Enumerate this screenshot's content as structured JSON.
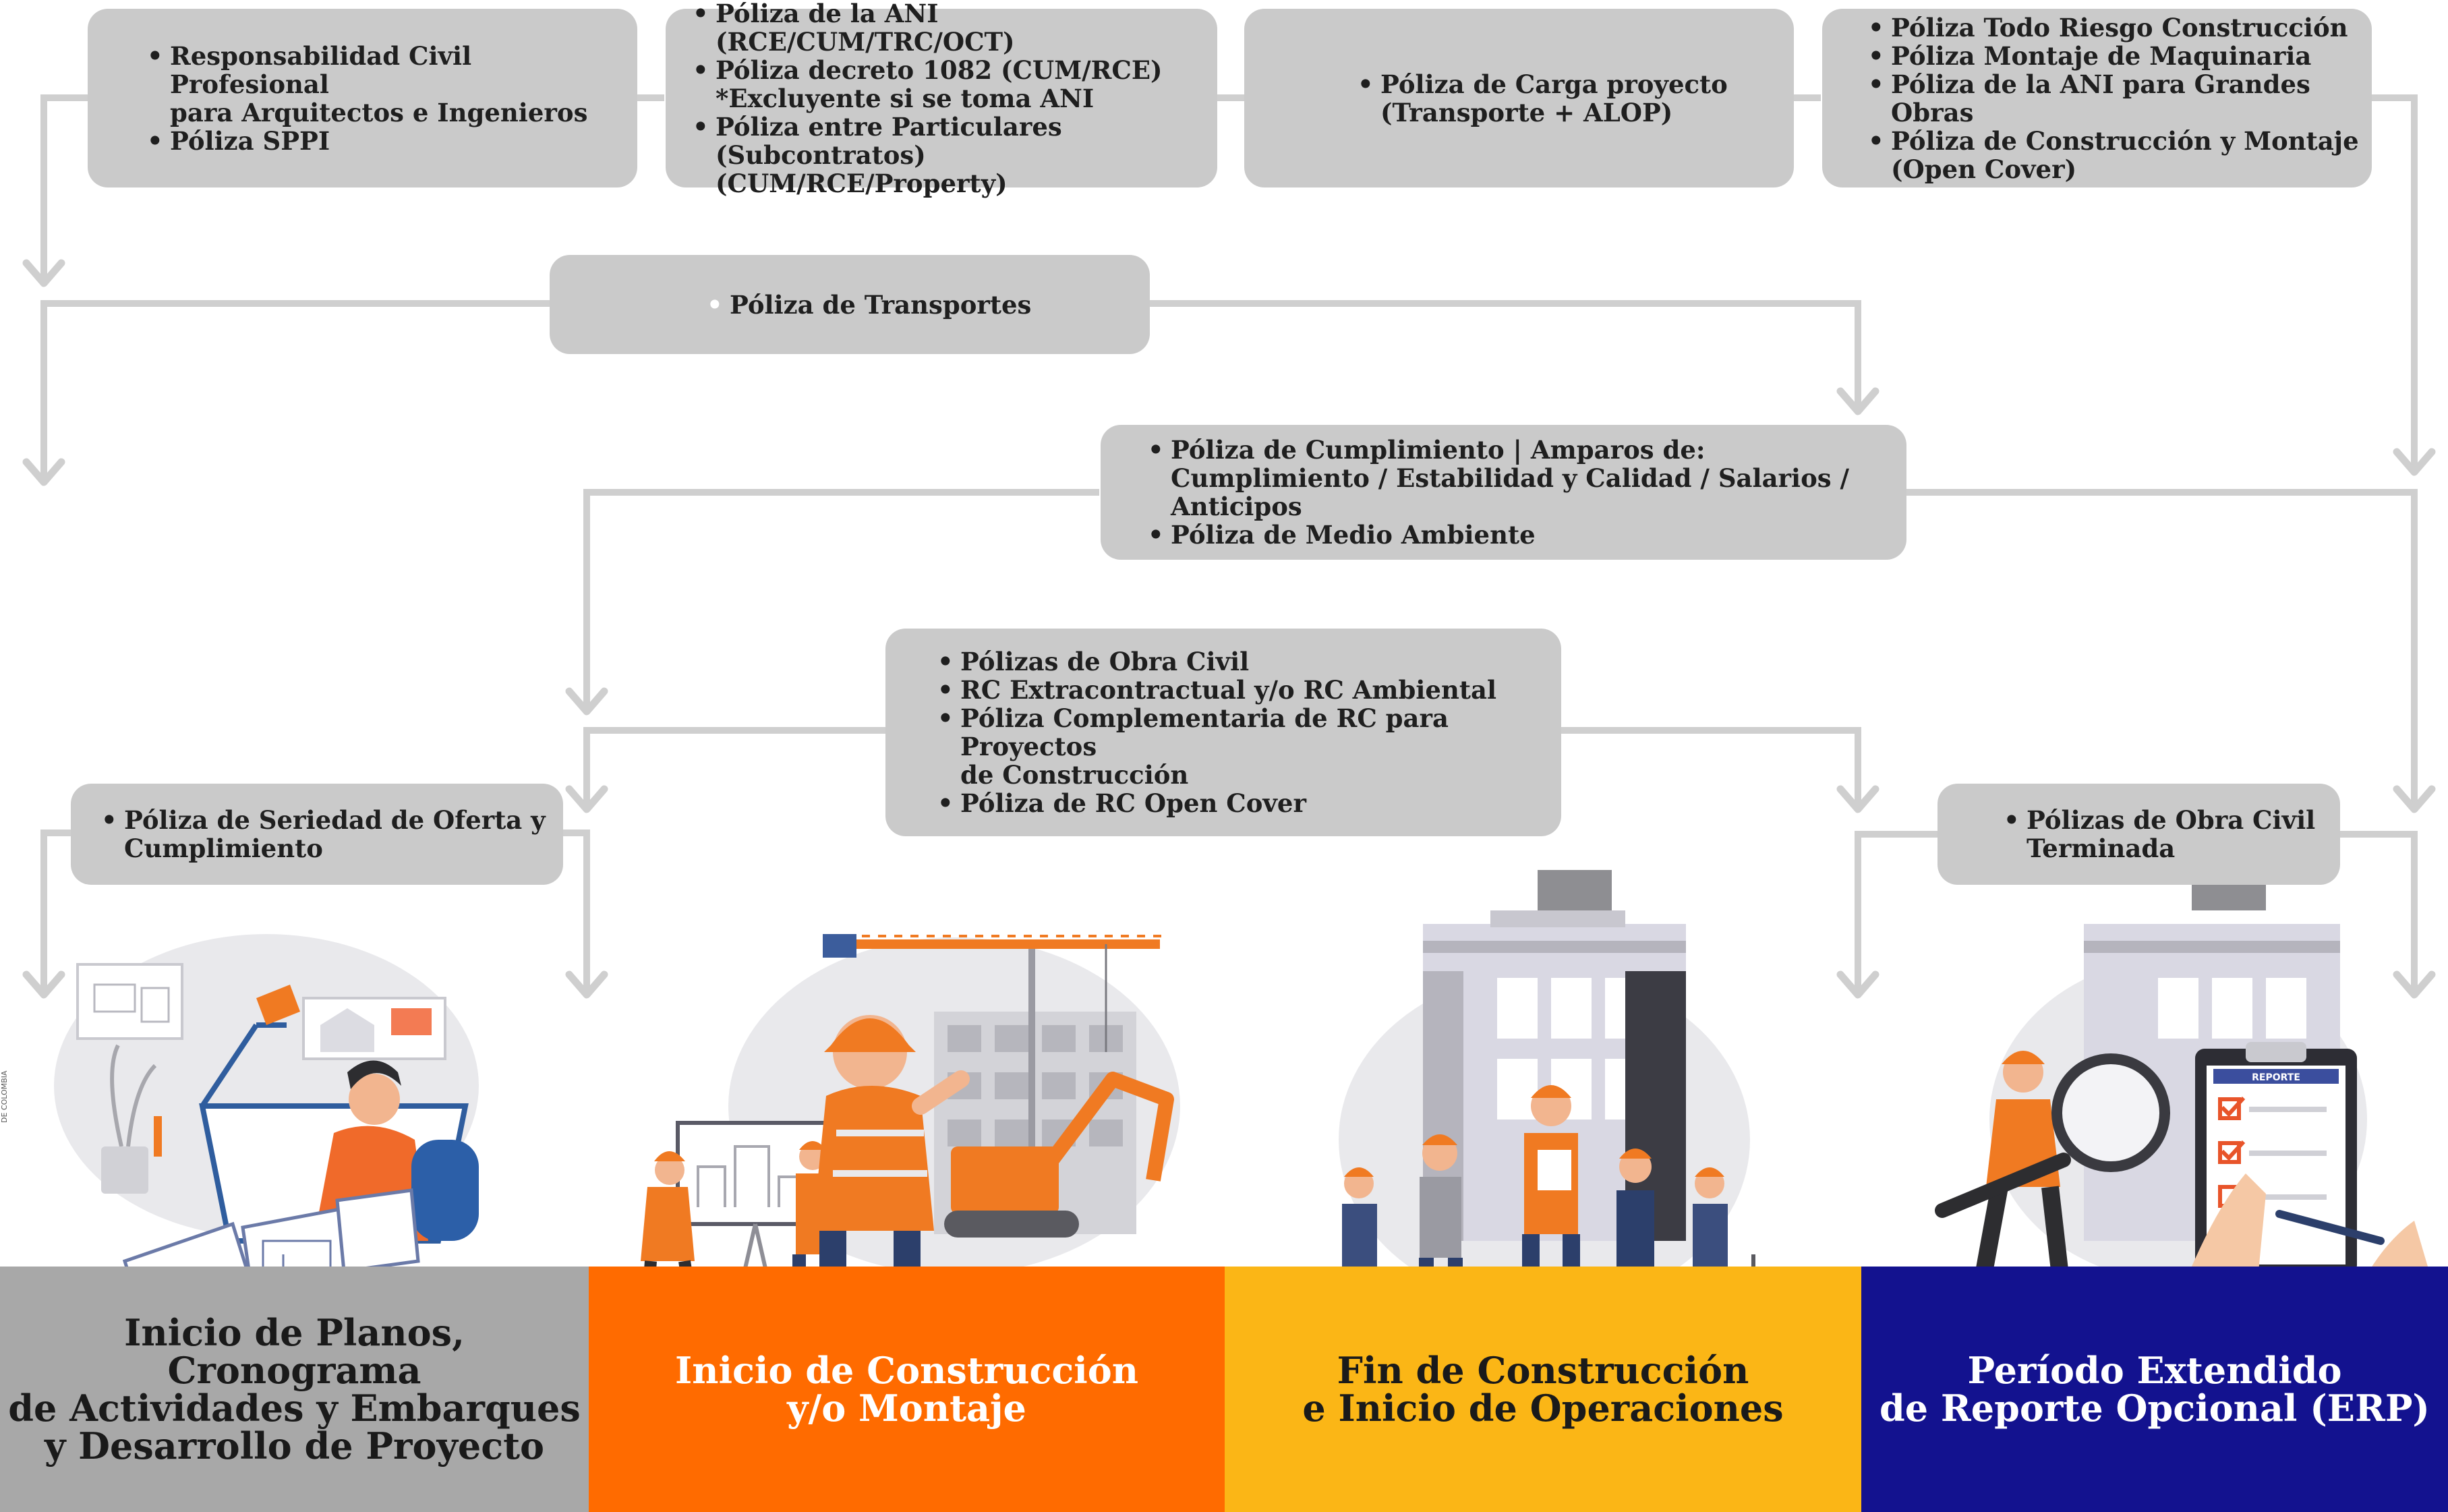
{
  "boxes": {
    "b1": [
      "Responsabilidad Civil Profesional\npara Arquitectos e Ingenieros",
      "Póliza SPPI"
    ],
    "b2": [
      "Póliza de la ANI (RCE/CUM/TRC/OCT)",
      "Póliza decreto 1082 (CUM/RCE)\n*Excluyente si se toma ANI",
      "Póliza entre Particulares (Subcontratos)\n(CUM/RCE/Property)"
    ],
    "b3": [
      "Póliza de Carga proyecto\n(Transporte  + ALOP)"
    ],
    "b4": [
      "Póliza Todo Riesgo Construcción",
      "Póliza Montaje  de Maquinaria",
      "Póliza de la ANI para Grandes Obras",
      "Póliza de Construcción y Montaje\n(Open Cover)"
    ],
    "b5": [
      "Póliza de Transportes"
    ],
    "b6": [
      "Póliza de Cumplimiento | Amparos de:\nCumplimiento / Estabilidad y Calidad / Salarios / Anticipos",
      "Póliza de Medio Ambiente"
    ],
    "b7": [
      "Pólizas de Obra Civil",
      "RC Extracontractual y/o RC Ambiental",
      "Póliza Complementaria de RC para Proyectos\nde Construcción",
      "Póliza de RC Open Cover"
    ],
    "b8": [
      "Póliza de Seriedad de Oferta  y\nCumplimiento"
    ],
    "b9": [
      "Pólizas de Obra Civil\nTerminada"
    ]
  },
  "stages": [
    {
      "label": "Inicio de Planos, Cronograma\nde Actividades y Embarques\ny Desarrollo de Proyecto",
      "color": "#a8a8a8",
      "text_color": "#1a1a1a"
    },
    {
      "label": "Inicio de Construcción\ny/o Montaje",
      "color": "#ff6b00",
      "text_color": "#ffffff"
    },
    {
      "label": "Fin de Construcción\ne Inicio de Operaciones",
      "color": "#fbb616",
      "text_color": "#1a1a1a"
    },
    {
      "label": "Período Extendido\nde Reporte Opcional (ERP)",
      "color": "#13128f",
      "text_color": "#ffffff"
    }
  ],
  "illustrations": {
    "clipboard_heading": "REPORTE",
    "side_mark": "DE COLOMBIA"
  },
  "colors": {
    "box_fill": "#cacaca",
    "connector": "#cfcfcf"
  }
}
